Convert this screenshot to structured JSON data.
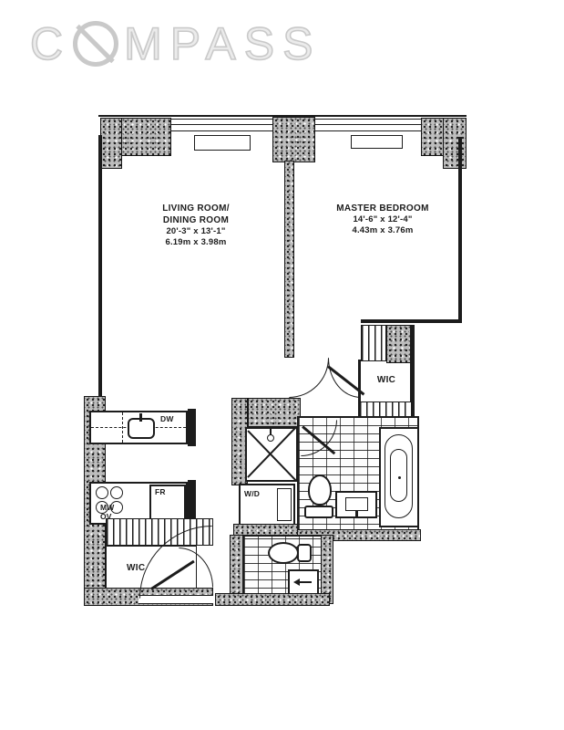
{
  "logo": {
    "prefix": "C",
    "suffix": "MPASS"
  },
  "living_room": {
    "name_line1": "LIVING ROOM/",
    "name_line2": "DINING ROOM",
    "dims_imperial": "20'-3\" x 13'-1\"",
    "dims_metric": "6.19m x 3.98m"
  },
  "master_bedroom": {
    "name": "MASTER BEDROOM",
    "dims_imperial": "14'-6\" x 12'-4\"",
    "dims_metric": "4.43m x 3.76m"
  },
  "closets": {
    "master_wic": "WIC",
    "entry_wic": "WIC"
  },
  "kitchen": {
    "dishwasher": "DW",
    "refrigerator": "FR",
    "microwave": "MW",
    "oven": "OV"
  },
  "laundry": {
    "washer_dryer": "W/D"
  },
  "colors": {
    "ink": "#1c1c1c",
    "logo_gray": "#c9c9c9",
    "background": "#ffffff"
  }
}
